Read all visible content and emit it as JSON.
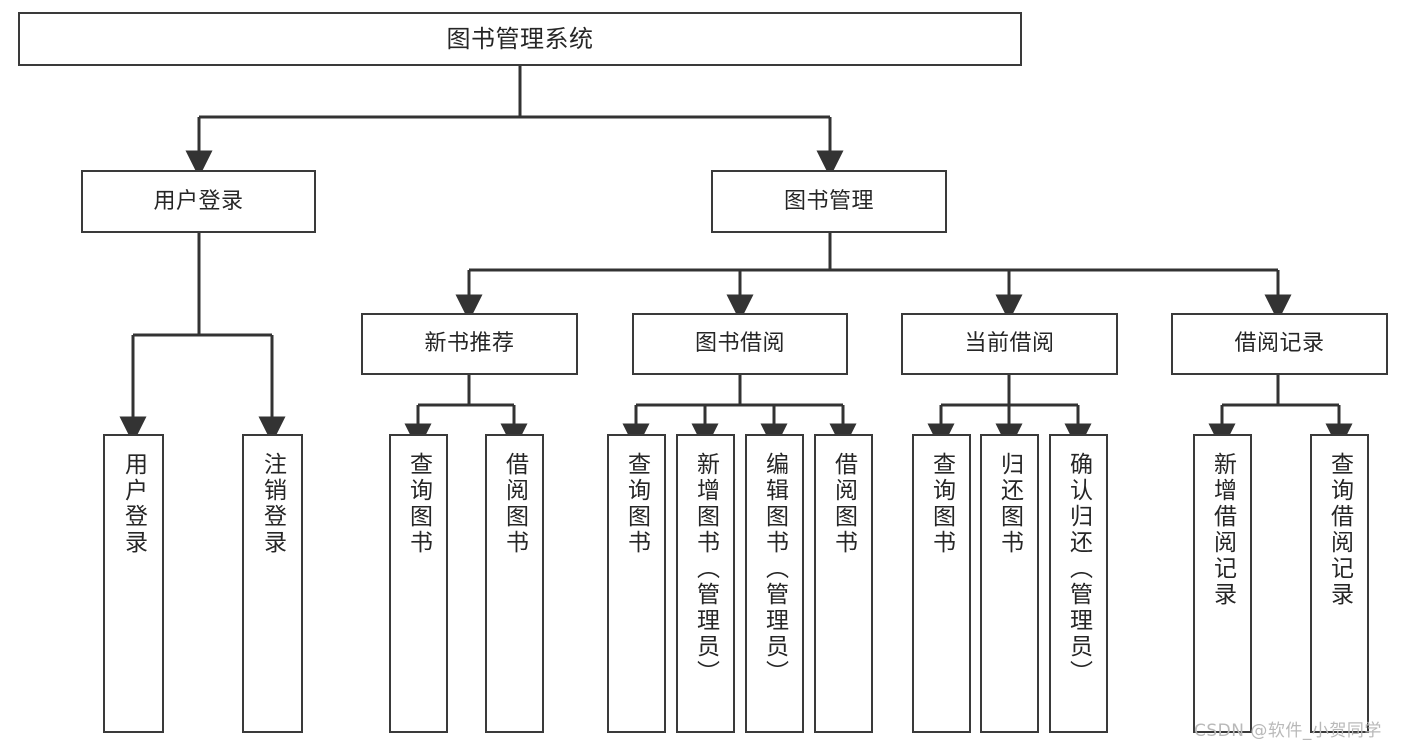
{
  "diagram": {
    "title": "图书管理系统",
    "type": "tree",
    "watermark": "CSDN @软件_小贺同学",
    "colors": {
      "box_border": "#3a3a3a",
      "box_fill": "#ffffff",
      "edge": "#333333",
      "text": "#262626",
      "watermark": "#b9b9b9",
      "background": "#ffffff"
    },
    "nodes": {
      "root": {
        "label": "图书管理系统"
      },
      "level2": [
        {
          "label": "用户登录"
        },
        {
          "label": "图书管理"
        }
      ],
      "level3": [
        {
          "label": "新书推荐"
        },
        {
          "label": "图书借阅"
        },
        {
          "label": "当前借阅"
        },
        {
          "label": "借阅记录"
        }
      ],
      "leaves": {
        "user_login": [
          {
            "label": "用户登录"
          },
          {
            "label": "注销登录"
          }
        ],
        "new_book_recommend": [
          {
            "label": "查询图书"
          },
          {
            "label": "借阅图书"
          }
        ],
        "book_borrow": [
          {
            "label": "查询图书"
          },
          {
            "label": "新增图书（管理员）"
          },
          {
            "label": "编辑图书（管理员）"
          },
          {
            "label": "借阅图书"
          }
        ],
        "current_borrow": [
          {
            "label": "查询图书"
          },
          {
            "label": "归还图书"
          },
          {
            "label": "确认归还（管理员）"
          }
        ],
        "borrow_record": [
          {
            "label": "新增借阅记录"
          },
          {
            "label": "查询借阅记录"
          }
        ]
      }
    }
  }
}
